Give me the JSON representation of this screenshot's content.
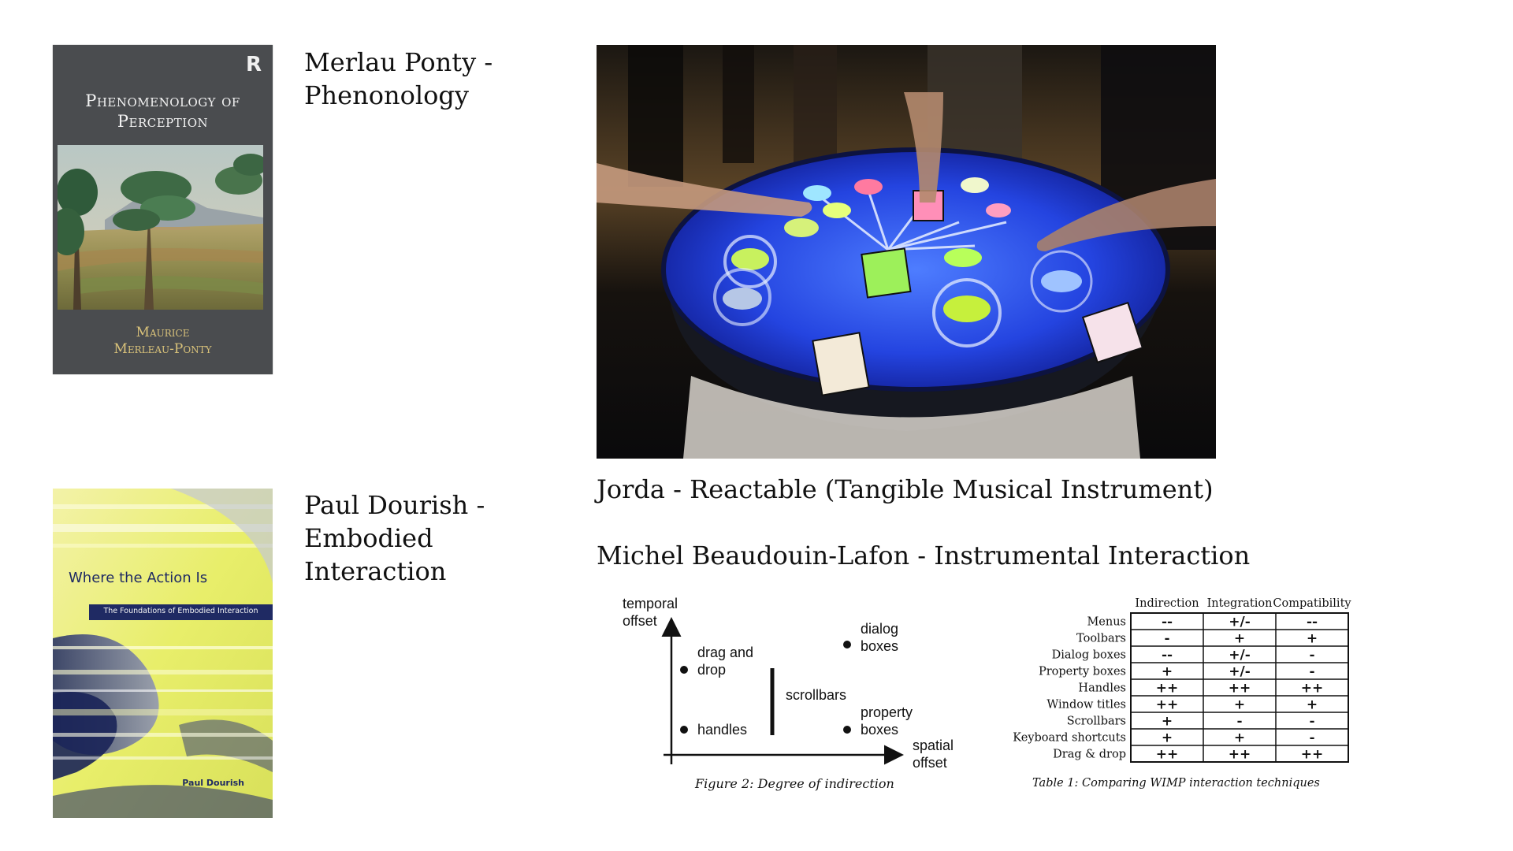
{
  "books": {
    "merleau_ponty": {
      "caption": "Merlau Ponty -\nPhenonology",
      "cover_title": "Phenomenology of\nPerception",
      "cover_author": "Maurice\nMerleau-Ponty",
      "publisher_logo": "R"
    },
    "dourish": {
      "caption": "Paul Dourish -\nEmbodied\nInteraction",
      "cover_title": "Where the Action Is",
      "cover_subtitle": "The Foundations of Embodied Interaction",
      "cover_author": "Paul Dourish"
    }
  },
  "reactable": {
    "caption": "Jorda - Reactable (Tangible Musical Instrument)"
  },
  "instrumental": {
    "caption": "Michel Beaudouin-Lafon - Instrumental Interaction",
    "figure": {
      "caption": "Figure 2: Degree of indirection",
      "y_axis": "temporal\noffset",
      "x_axis": "spatial\noffset",
      "points": {
        "drag_drop": "drag and\ndrop",
        "dialog_boxes": "dialog\nboxes",
        "scrollbars": "scrollbars",
        "property_boxes": "property\nboxes",
        "handles": "handles"
      }
    },
    "table": {
      "caption": "Table 1: Comparing WIMP interaction techniques",
      "columns": [
        "Indirection",
        "Integration",
        "Compatibility"
      ],
      "rows": [
        {
          "label": "Menus",
          "values": [
            "--",
            "+/-",
            "--"
          ]
        },
        {
          "label": "Toolbars",
          "values": [
            "-",
            "+",
            "+"
          ]
        },
        {
          "label": "Dialog boxes",
          "values": [
            "--",
            "+/-",
            "-"
          ]
        },
        {
          "label": "Property boxes",
          "values": [
            "+",
            "+/-",
            "-"
          ]
        },
        {
          "label": "Handles",
          "values": [
            "++",
            "++",
            "++"
          ]
        },
        {
          "label": "Window titles",
          "values": [
            "++",
            "+",
            "+"
          ]
        },
        {
          "label": "Scrollbars",
          "values": [
            "+",
            "-",
            "-"
          ]
        },
        {
          "label": "Keyboard shortcuts",
          "values": [
            "+",
            "+",
            "-"
          ]
        },
        {
          "label": "Drag & drop",
          "values": [
            "++",
            "++",
            "++"
          ]
        }
      ]
    }
  }
}
